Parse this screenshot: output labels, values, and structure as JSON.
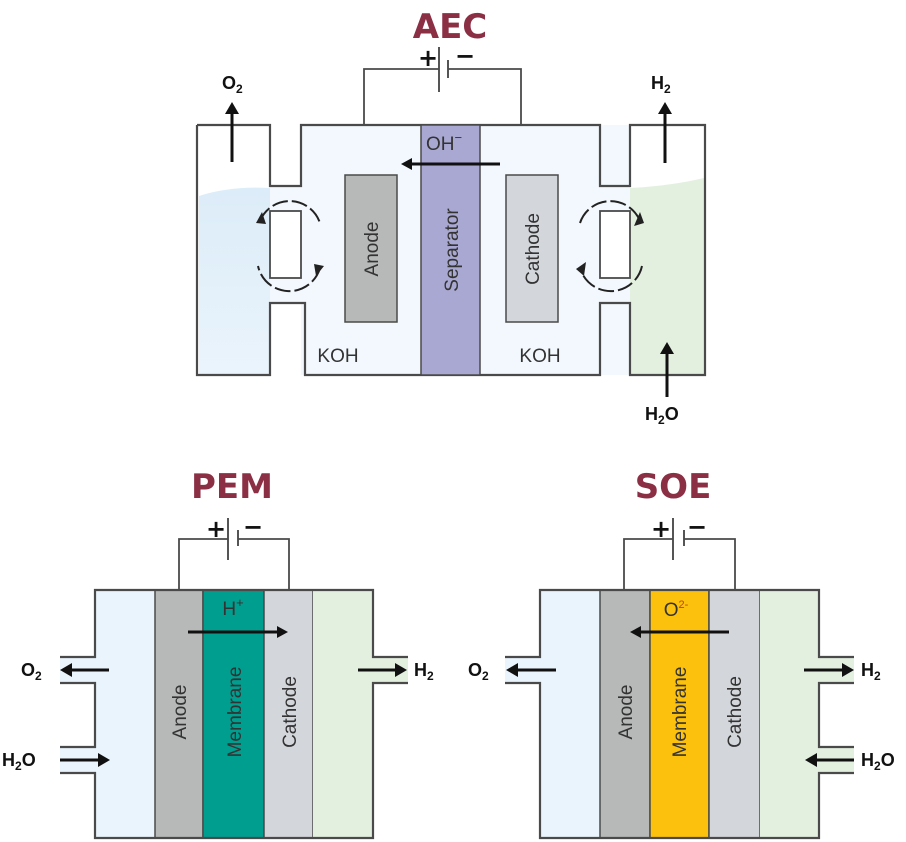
{
  "colors": {
    "title": "#8b2f45",
    "anode_fill": "#b6b9b8",
    "cathode_fill": "#d3d6db",
    "separator_fill": "#a9a8d3",
    "pem_membrane_fill": "#009e8f",
    "soe_membrane_fill": "#fcc10c",
    "anode_side_fill": "#eaf4fc",
    "cathode_side_fill": "#e3f0e0",
    "electrolyte_fill": "#f2f8fd"
  },
  "aec": {
    "title": "AEC",
    "battery": {
      "positive": "+",
      "negative": "−"
    },
    "ion": "OH",
    "ion_charge": "−",
    "ion_direction": "cathode-to-anode",
    "anode": "Anode",
    "separator": "Separator",
    "cathode": "Cathode",
    "electrolyte_left": "KOH",
    "electrolyte_right": "KOH",
    "outputs": {
      "left_gas": {
        "main": "O",
        "sub": "2"
      },
      "right_gas": {
        "main": "H",
        "sub": "2"
      },
      "input": {
        "main": "H",
        "sub": "2",
        "tail": "O"
      }
    }
  },
  "pem": {
    "title": "PEM",
    "battery": {
      "positive": "+",
      "negative": "−"
    },
    "ion": "H",
    "ion_charge": "+",
    "ion_direction": "anode-to-cathode",
    "anode": "Anode",
    "membrane": "Membrane",
    "cathode": "Cathode",
    "ports": {
      "o2_out": {
        "main": "O",
        "sub": "2"
      },
      "h2o_in": {
        "main": "H",
        "sub": "2",
        "tail": "O"
      },
      "h2_out": {
        "main": "H",
        "sub": "2"
      }
    }
  },
  "soe": {
    "title": "SOE",
    "battery": {
      "positive": "+",
      "negative": "−"
    },
    "ion": "O",
    "ion_charge": "2-",
    "ion_direction": "cathode-to-anode",
    "anode": "Anode",
    "membrane": "Membrane",
    "cathode": "Cathode",
    "ports": {
      "o2_out": {
        "main": "O",
        "sub": "2"
      },
      "h2_out": {
        "main": "H",
        "sub": "2"
      },
      "h2o_in": {
        "main": "H",
        "sub": "2",
        "tail": "O"
      }
    }
  }
}
